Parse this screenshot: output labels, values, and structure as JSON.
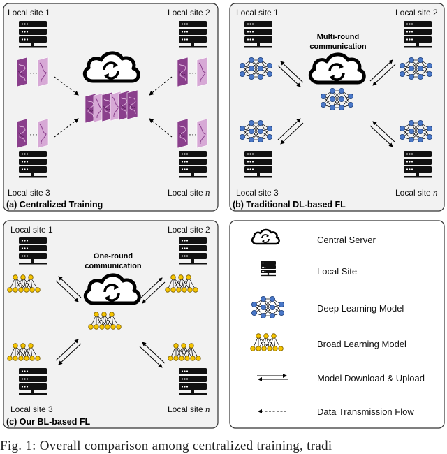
{
  "panels": {
    "a": {
      "caption": "(a) Centralized Training",
      "site_1": "Local site 1",
      "site_2": "Local site 2",
      "site_3": "Local site 3",
      "site_n_prefix": "Local site ",
      "site_n_var": "n"
    },
    "b": {
      "caption": "(b) Traditional DL-based FL",
      "annotation_line1": "Multi-round",
      "annotation_line2": "communication",
      "site_1": "Local site 1",
      "site_2": "Local site 2",
      "site_3": "Local site 3",
      "site_n_prefix": "Local site ",
      "site_n_var": "n"
    },
    "c": {
      "caption": "(c) Our BL-based FL",
      "annotation_line1": "One-round",
      "annotation_line2": "communication",
      "site_1": "Local site 1",
      "site_2": "Local site 2",
      "site_3": "Local site 3",
      "site_n_prefix": "Local site ",
      "site_n_var": "n"
    }
  },
  "legend": {
    "items": [
      {
        "icon": "cloud-icon",
        "label": "Central Server"
      },
      {
        "icon": "server-icon",
        "label": "Local Site"
      },
      {
        "icon": "deep-network-icon",
        "label": "Deep Learning Model"
      },
      {
        "icon": "broad-network-icon",
        "label": "Broad Learning  Model"
      },
      {
        "icon": "double-arrow-icon",
        "label": "Model Download & Upload"
      },
      {
        "icon": "dashed-arrow-icon",
        "label": "Data Transmission Flow"
      }
    ]
  },
  "caption_text": "Fig. 1: Overall comparison among centralized training, tradi",
  "colors": {
    "dl_node": "#4a78c8",
    "bl_node": "#f5c400",
    "tissue_dark": "#8a3f8c",
    "tissue_light": "#d7a9d6",
    "panel_bg": "#f2f2f2"
  }
}
